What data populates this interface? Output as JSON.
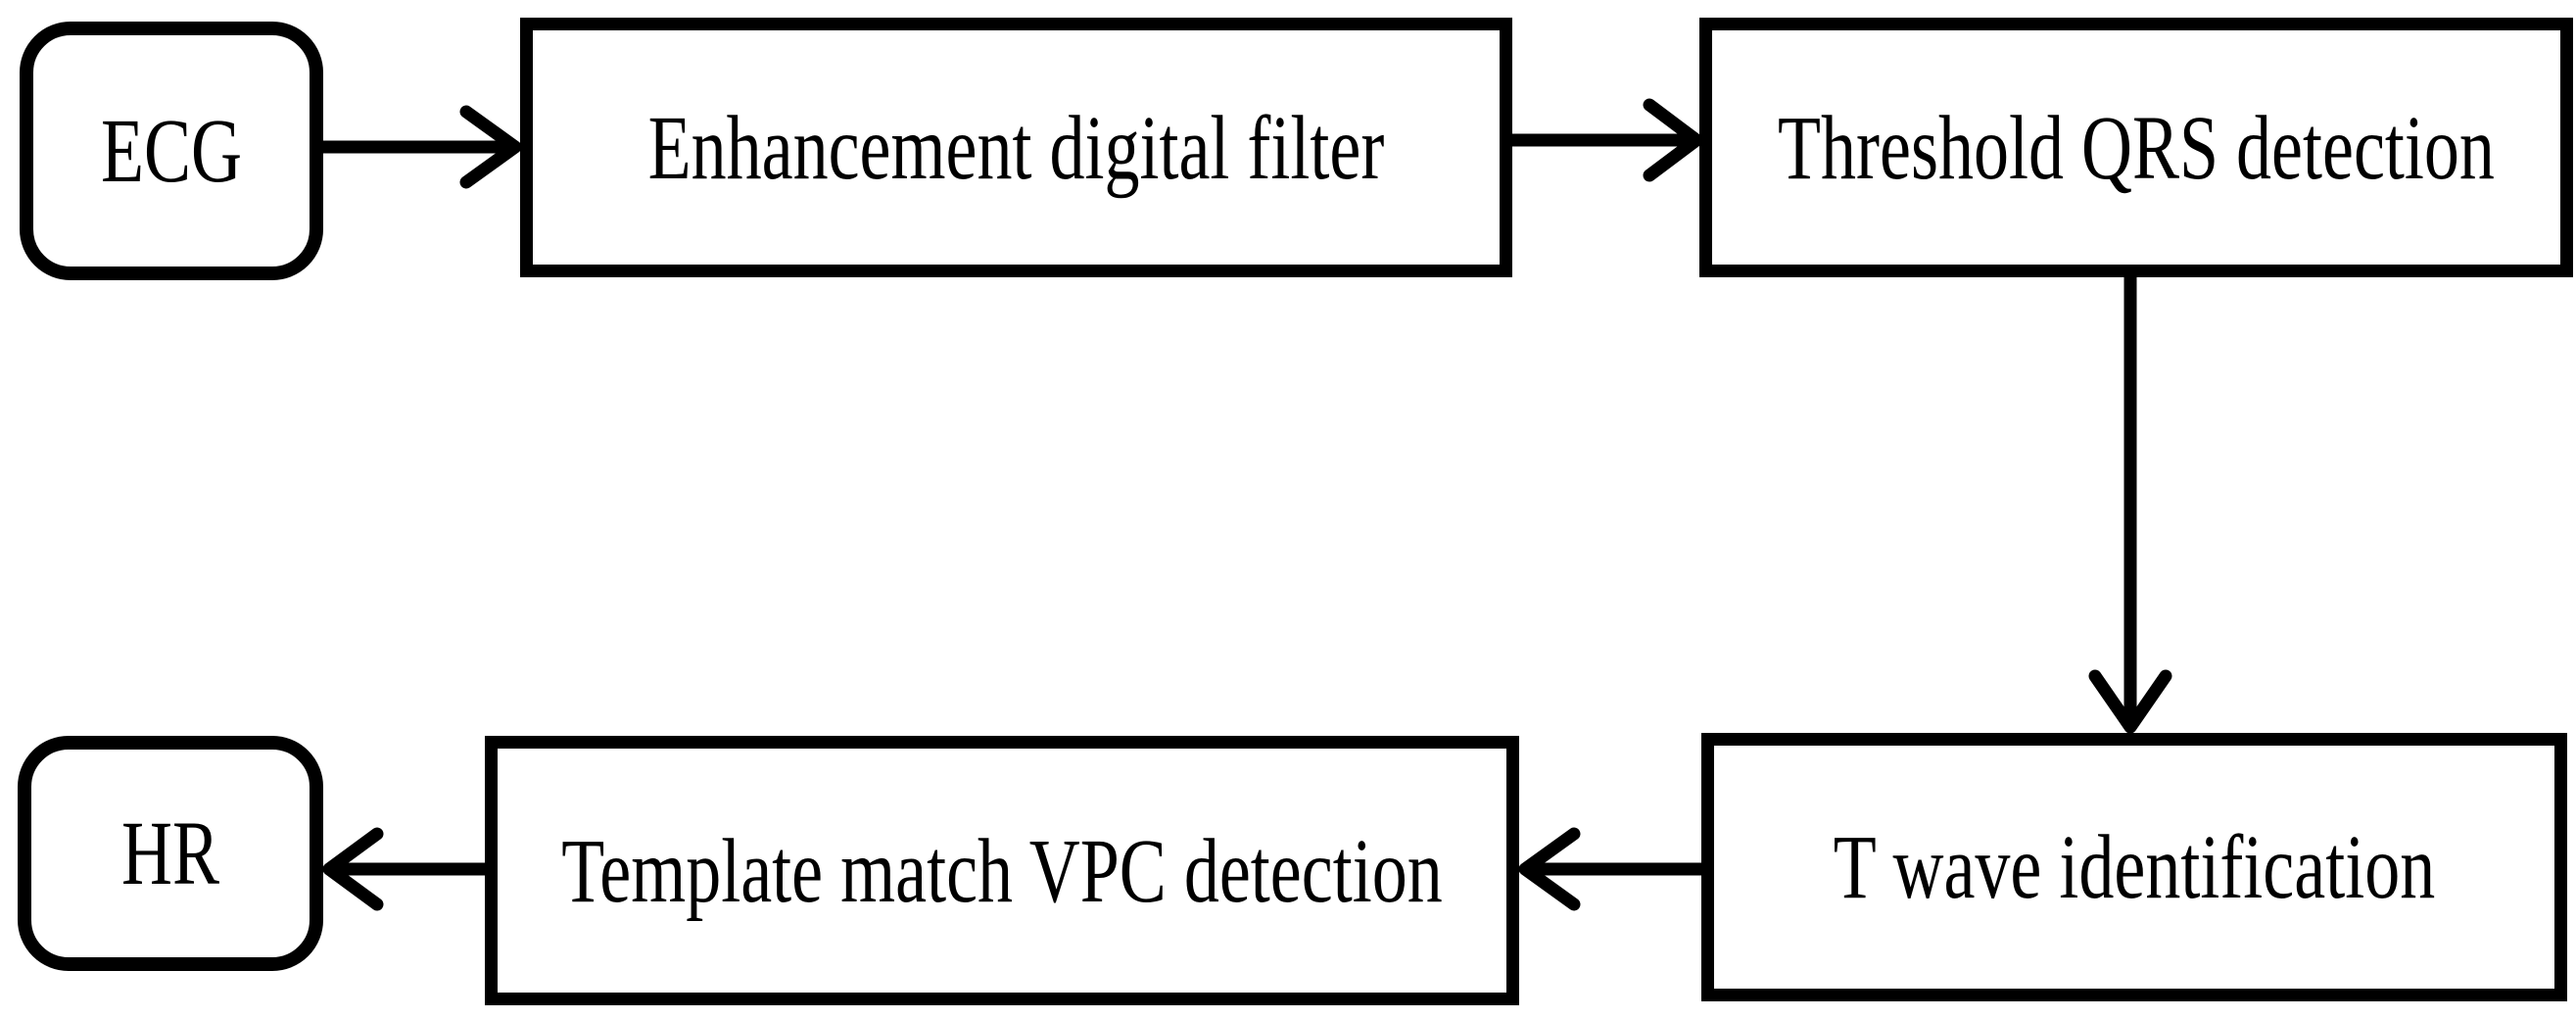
{
  "diagram": {
    "type": "flowchart",
    "background_color": "#ffffff",
    "stroke_color": "#000000",
    "text_color": "#000000",
    "nodes": {
      "ecg": {
        "label": "ECG",
        "shape": "rounded"
      },
      "filter": {
        "label": "Enhancement digital filter",
        "shape": "rect"
      },
      "qrs": {
        "label": "Threshold QRS detection",
        "shape": "rect"
      },
      "twave": {
        "label": "T wave identification",
        "shape": "rect"
      },
      "vpc": {
        "label": "Template match VPC detection",
        "shape": "rect"
      },
      "hr": {
        "label": "HR",
        "shape": "rounded"
      }
    },
    "edges": [
      {
        "from": "ecg",
        "to": "filter",
        "direction": "right"
      },
      {
        "from": "filter",
        "to": "qrs",
        "direction": "right"
      },
      {
        "from": "qrs",
        "to": "twave",
        "direction": "down"
      },
      {
        "from": "twave",
        "to": "vpc",
        "direction": "left"
      },
      {
        "from": "vpc",
        "to": "hr",
        "direction": "left"
      }
    ]
  }
}
